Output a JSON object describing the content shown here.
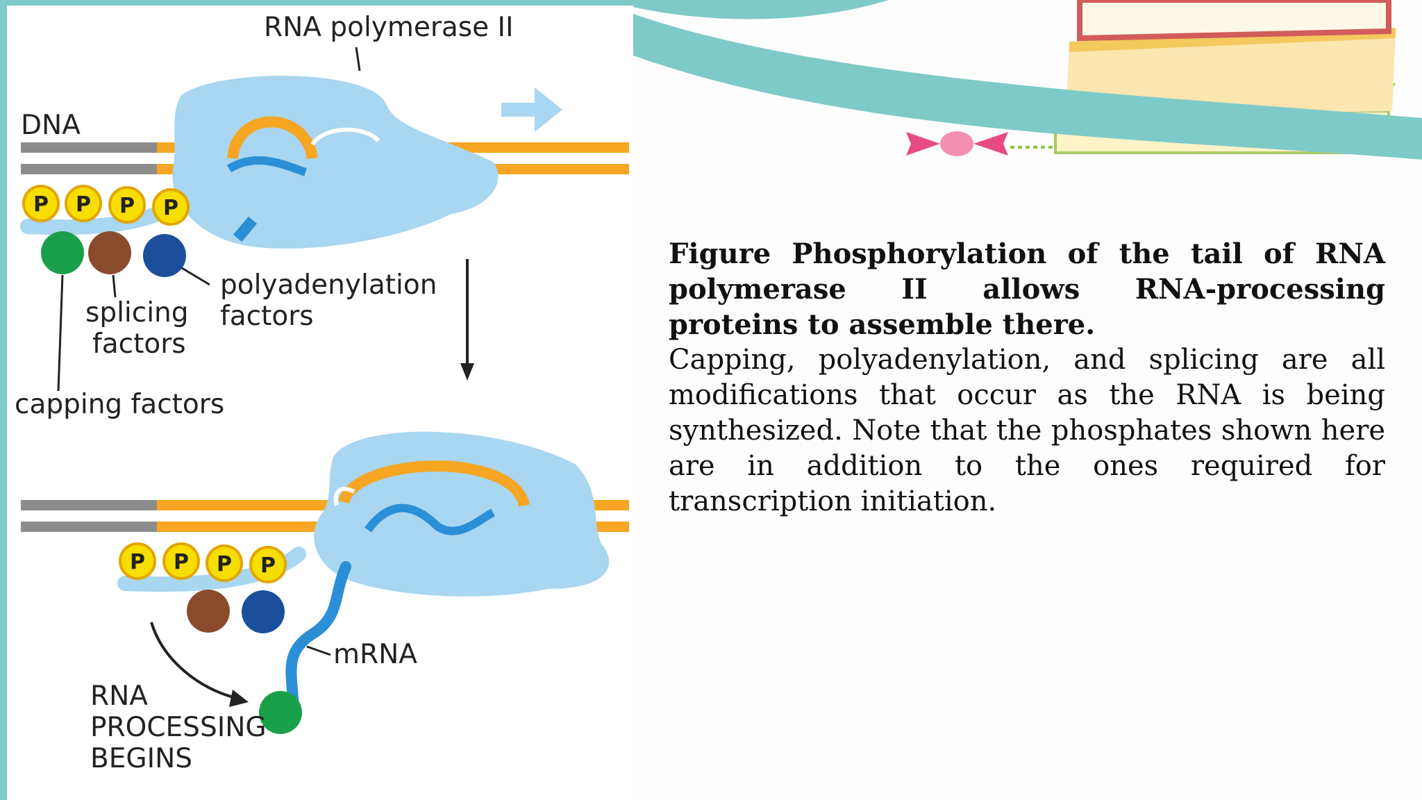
{
  "diagram": {
    "top": {
      "polymerase_label": "RNA polymerase II",
      "dna_label": "DNA",
      "phosphate_label": "P",
      "polyadenylation_label_line1": "polyadenylation",
      "polyadenylation_label_line2": "factors",
      "splicing_label_line1": "splicing",
      "splicing_label_line2": "factors",
      "capping_label": "capping factors"
    },
    "bottom": {
      "phosphate_label": "P",
      "mrna_label": "mRNA",
      "processing_line1": "RNA",
      "processing_line2": "PROCESSING",
      "processing_line3": "BEGINS"
    }
  },
  "caption": {
    "title": "Figure Phosphorylation of the tail of RNA polymerase II allows RNA-processing proteins to assemble there.",
    "body": "Capping, polyadenylation, and splicing are all modifications that occur as the RNA is being synthesized. Note that the phosphates shown here are in addition to the ones required for transcription initiation."
  },
  "colors": {
    "frame_teal": "#7ecac8",
    "polymerase_blue": "#a9d6f0",
    "dna_orange": "#f6a623",
    "dna_gray": "#8c8c8c",
    "phosphate_yellow": "#f7de00",
    "capping_green": "#1aa04a",
    "splicing_brown": "#8a4a2c",
    "polya_navy": "#1b4f9c",
    "mrna_blue": "#2a8fd6"
  }
}
